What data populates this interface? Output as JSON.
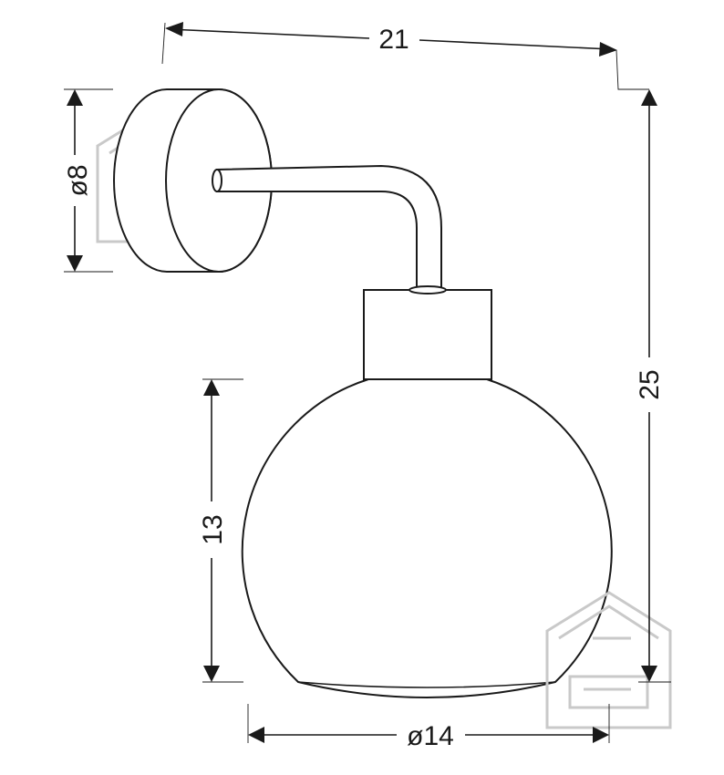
{
  "dimensions": {
    "width_label": "21",
    "height_label": "25",
    "backplate_diameter_label": "ø8",
    "shade_height_label": "13",
    "shade_diameter_label": "ø14"
  }
}
